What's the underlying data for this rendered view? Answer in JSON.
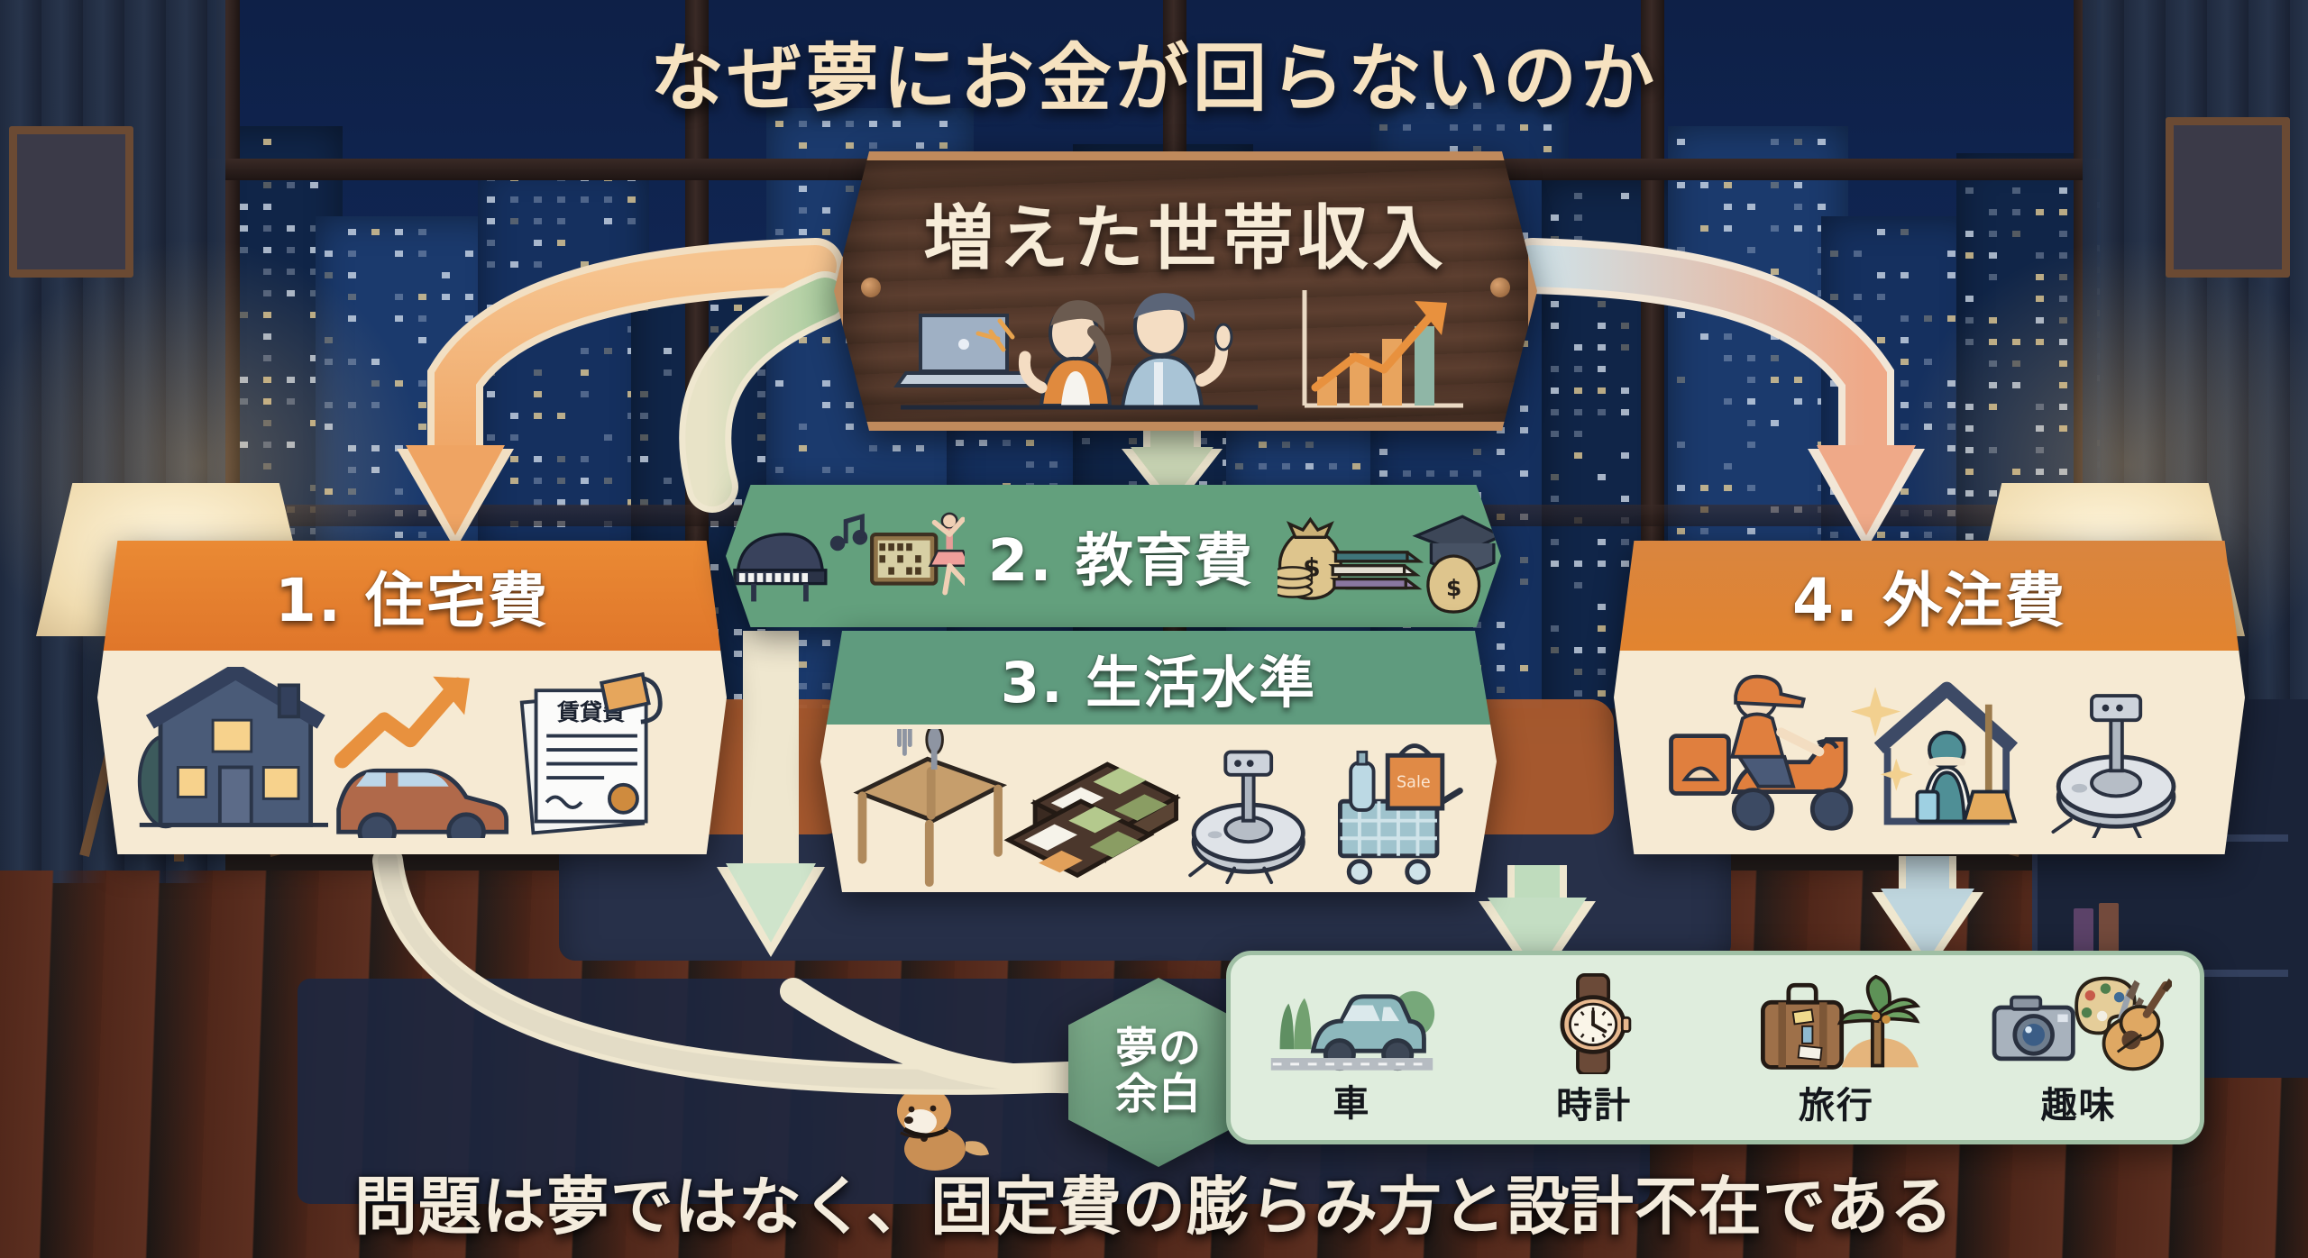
{
  "page": {
    "title": "なぜ夢にお金が回らないのか",
    "footer_caption": "問題は夢ではなく、固定費の膨らみ方と設計不在である"
  },
  "colors": {
    "title_text": "#f6e2c0",
    "orange_header": "#e8832c",
    "orange_header_alt": "#d9853f",
    "green_header": "#63a07d",
    "green_header_alt": "#5f9b7e",
    "cream_body": "#f6ead3",
    "wood_sign": "#52372a",
    "wood_border": "#c08a5c",
    "dream_panel": "#dfeddd",
    "dream_badge": "#6f9e7f",
    "arrow_orange": "#f0ab6a",
    "arrow_green": "#b9d6b8",
    "arrow_blue": "#c6dde6",
    "arrow_salmon": "#efaa83",
    "night_sky": "#11295a"
  },
  "top_node": {
    "label": "増えた世帯収入",
    "icons": [
      {
        "name": "laptop-icon",
        "alt": "ノートパソコン"
      },
      {
        "name": "couple-icon",
        "alt": "夫婦"
      },
      {
        "name": "growth-chart-icon",
        "alt": "右肩上がりの棒グラフ"
      }
    ]
  },
  "cost_nodes": [
    {
      "id": "node-1",
      "number": "1.",
      "label": "1. 住宅費",
      "header_color": "#e8832c",
      "icons": [
        {
          "name": "house-icon",
          "alt": "住宅"
        },
        {
          "name": "rising-arrow-icon",
          "alt": "上昇矢印"
        },
        {
          "name": "car-icon",
          "alt": "自動車"
        },
        {
          "name": "contract-document-icon",
          "alt": "契約書"
        }
      ]
    },
    {
      "id": "node-2",
      "number": "2.",
      "label": "2. 教育費",
      "header_color": "#63a07d",
      "icons": [
        {
          "name": "piano-icon",
          "alt": "ピアノ"
        },
        {
          "name": "music-note-icon",
          "alt": "音符"
        },
        {
          "name": "abacus-icon",
          "alt": "そろばん"
        },
        {
          "name": "ballerina-icon",
          "alt": "バレリーナ"
        },
        {
          "name": "money-bag-icon",
          "alt": "お金の袋"
        },
        {
          "name": "books-icon",
          "alt": "本"
        },
        {
          "name": "graduation-cap-icon",
          "alt": "学士帽"
        }
      ]
    },
    {
      "id": "node-3",
      "number": "3.",
      "label": "3. 生活水準",
      "header_color": "#5f9b7e",
      "icons": [
        {
          "name": "dining-table-icon",
          "alt": "食卓"
        },
        {
          "name": "bento-box-icon",
          "alt": "弁当"
        },
        {
          "name": "robot-vacuum-icon",
          "alt": "ロボット掃除機"
        },
        {
          "name": "shopping-cart-icon",
          "alt": "買い物カート"
        }
      ]
    },
    {
      "id": "node-4",
      "number": "4.",
      "label": "4. 外注費",
      "header_color": "#d9853f",
      "icons": [
        {
          "name": "delivery-scooter-icon",
          "alt": "デリバリーバイク"
        },
        {
          "name": "house-cleaning-icon",
          "alt": "家事代行"
        },
        {
          "name": "robot-vacuum-icon",
          "alt": "ロボット掃除機"
        }
      ]
    }
  ],
  "dream": {
    "badge_line1": "夢の",
    "badge_line2": "余白",
    "items": [
      {
        "label": "車",
        "icon": "car-icon"
      },
      {
        "label": "時計",
        "icon": "wristwatch-icon"
      },
      {
        "label": "旅行",
        "icon": "suitcase-palm-icon"
      },
      {
        "label": "趣味",
        "icon": "camera-guitar-palette-icon"
      }
    ]
  },
  "flow_arrows": [
    {
      "name": "arrow-income-to-housing",
      "from": "増えた世帯収入",
      "to": "1. 住宅費",
      "color": "#f0ab6a"
    },
    {
      "name": "arrow-income-to-education",
      "from": "増えた世帯収入",
      "to": "2. 教育費",
      "color": "#cdd9b8"
    },
    {
      "name": "arrow-income-to-living",
      "from": "増えた世帯収入",
      "to": "3. 生活水準",
      "color": "#bcd3c4"
    },
    {
      "name": "arrow-income-to-outsource",
      "from": "増えた世帯収入",
      "to": "4. 外注費",
      "color": "#efaa83"
    },
    {
      "name": "arrow-education-to-dream",
      "from": "2. 教育費",
      "to": "夢の余白",
      "color": "#b9d6b8"
    },
    {
      "name": "arrow-living-to-dream",
      "from": "3. 生活水準",
      "to": "夢の余白",
      "color": "#b9d6b8"
    },
    {
      "name": "arrow-housing-to-dream",
      "from": "1. 住宅費",
      "to": "夢の余白",
      "color": "#e8e0cd"
    },
    {
      "name": "arrow-outsource-to-dream",
      "from": "4. 外注費",
      "to": "夢の余白",
      "color": "#c6dde6"
    }
  ],
  "scene": {
    "decor": [
      {
        "name": "floor-lamp-left",
        "alt": "左の間接照明"
      },
      {
        "name": "floor-lamp-right",
        "alt": "右の間接照明"
      },
      {
        "name": "sofa",
        "alt": "ソファ"
      },
      {
        "name": "night-cityscape-window",
        "alt": "夜景の窓"
      },
      {
        "name": "shiba-dog",
        "alt": "柴犬"
      },
      {
        "name": "bookshelf",
        "alt": "本棚"
      },
      {
        "name": "picture-frame-left",
        "alt": "左の額縁"
      },
      {
        "name": "picture-frame-right",
        "alt": "右の額縁"
      }
    ]
  }
}
